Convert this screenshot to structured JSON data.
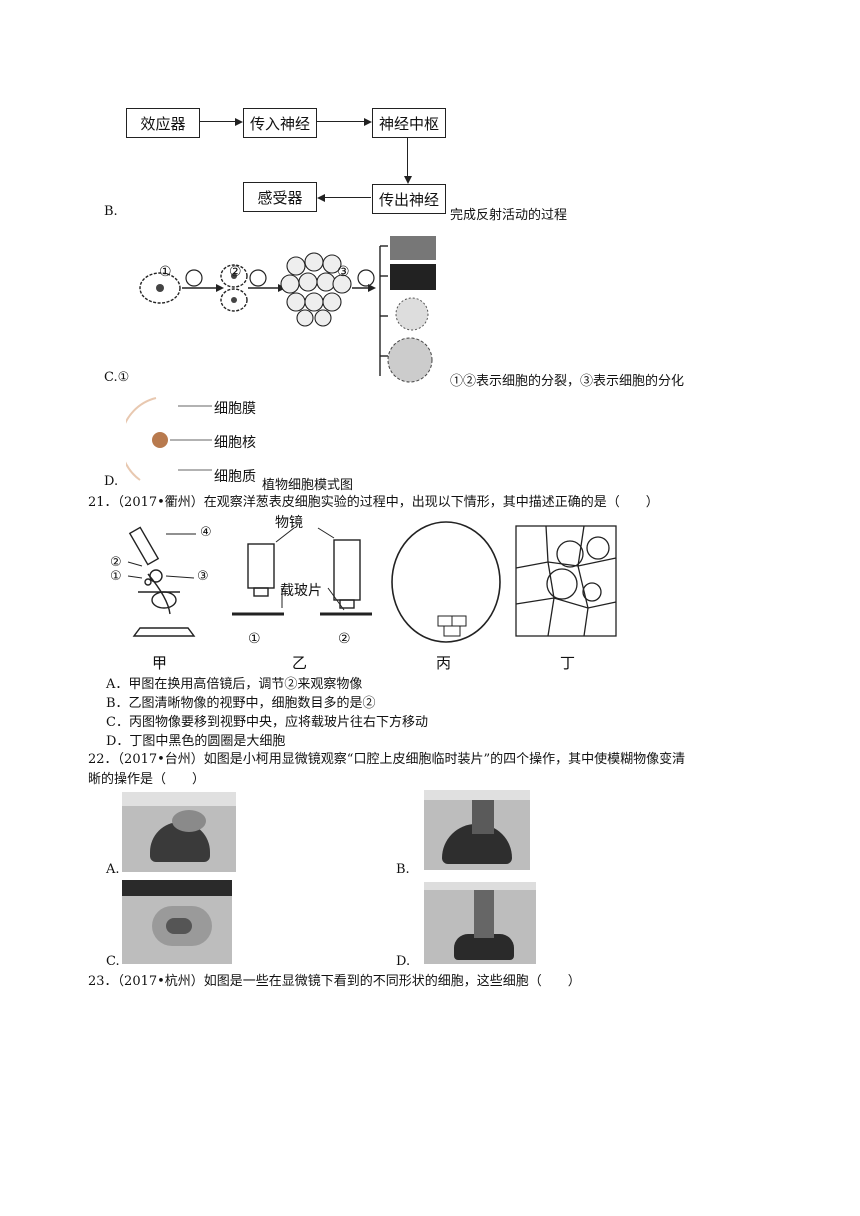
{
  "flow_b": {
    "box1": "效应器",
    "box2": "传入神经",
    "box3": "神经中枢",
    "box4": "传出神经",
    "box5": "感受器",
    "label": "B.",
    "caption": "完成反射活动的过程"
  },
  "option_c": {
    "label": "C.①",
    "n1": "①",
    "n2": "②",
    "n3": "③",
    "caption": "①②表示细胞的分裂，③表示细胞的分化"
  },
  "option_d": {
    "label": "D.",
    "membrane": "细胞膜",
    "nucleus": "细胞核",
    "cytoplasm": "细胞质",
    "caption": "植物细胞模式图"
  },
  "q21": {
    "stem": "21．（2017•衢州）在观察洋葱表皮细胞实验的过程中，出现以下情形，其中描述正确的是（　　）",
    "fig_labels": {
      "objective": "物镜",
      "slide": "载玻片",
      "c1": "①",
      "c2": "②",
      "c3": "③",
      "c4": "④",
      "s1": "①",
      "s2": "②"
    },
    "captions": [
      "甲",
      "乙",
      "丙",
      "丁"
    ],
    "options": [
      "A．甲图在换用高倍镜后，调节②来观察物像",
      "B．乙图清晰物像的视野中，细胞数目多的是②",
      "C．丙图物像要移到视野中央，应将载玻片往右下方移动",
      "D．丁图中黑色的圆圈是大细胞"
    ]
  },
  "q22": {
    "stem_line1": "22．（2017•台州）如图是小柯用显微镜观察“口腔上皮细胞临时装片”的四个操作，其中使模糊物像变清",
    "stem_line2": "晰的操作是（　　）",
    "labels": [
      "A.",
      "B.",
      "C.",
      "D."
    ]
  },
  "q23": {
    "stem": "23．（2017•杭州）如图是一些在显微镜下看到的不同形状的细胞，这些细胞（　　）"
  }
}
